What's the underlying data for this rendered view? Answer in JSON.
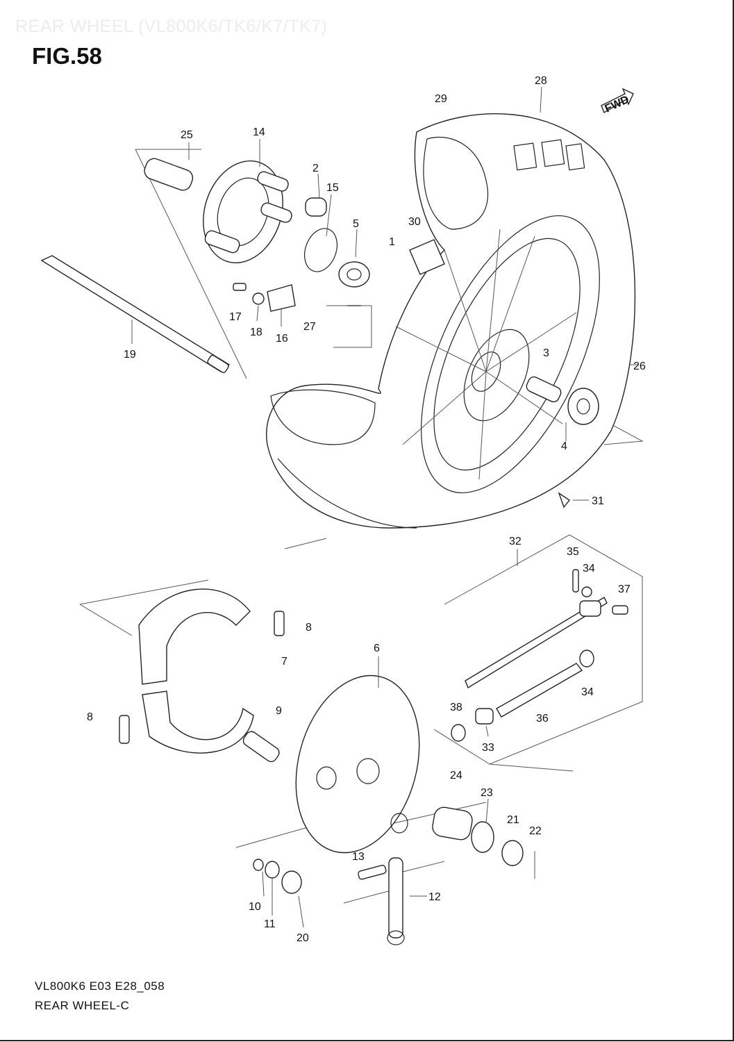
{
  "header": {
    "faded_title": "REAR WHEEL (VL800K6/TK6/K7/TK7)",
    "figure_label": "FIG.58"
  },
  "direction_tag": "FWD",
  "callouts": [
    "1",
    "2",
    "3",
    "4",
    "5",
    "6",
    "7",
    "8",
    "8",
    "9",
    "10",
    "11",
    "12",
    "13",
    "14",
    "15",
    "16",
    "17",
    "18",
    "19",
    "20",
    "21",
    "22",
    "23",
    "24",
    "25",
    "26",
    "27",
    "28",
    "29",
    "30",
    "31",
    "32",
    "33",
    "34",
    "34",
    "35",
    "36",
    "37",
    "38"
  ],
  "footer": {
    "code": "VL800K6 E03 E28_058",
    "name": "REAR WHEEL-C"
  }
}
